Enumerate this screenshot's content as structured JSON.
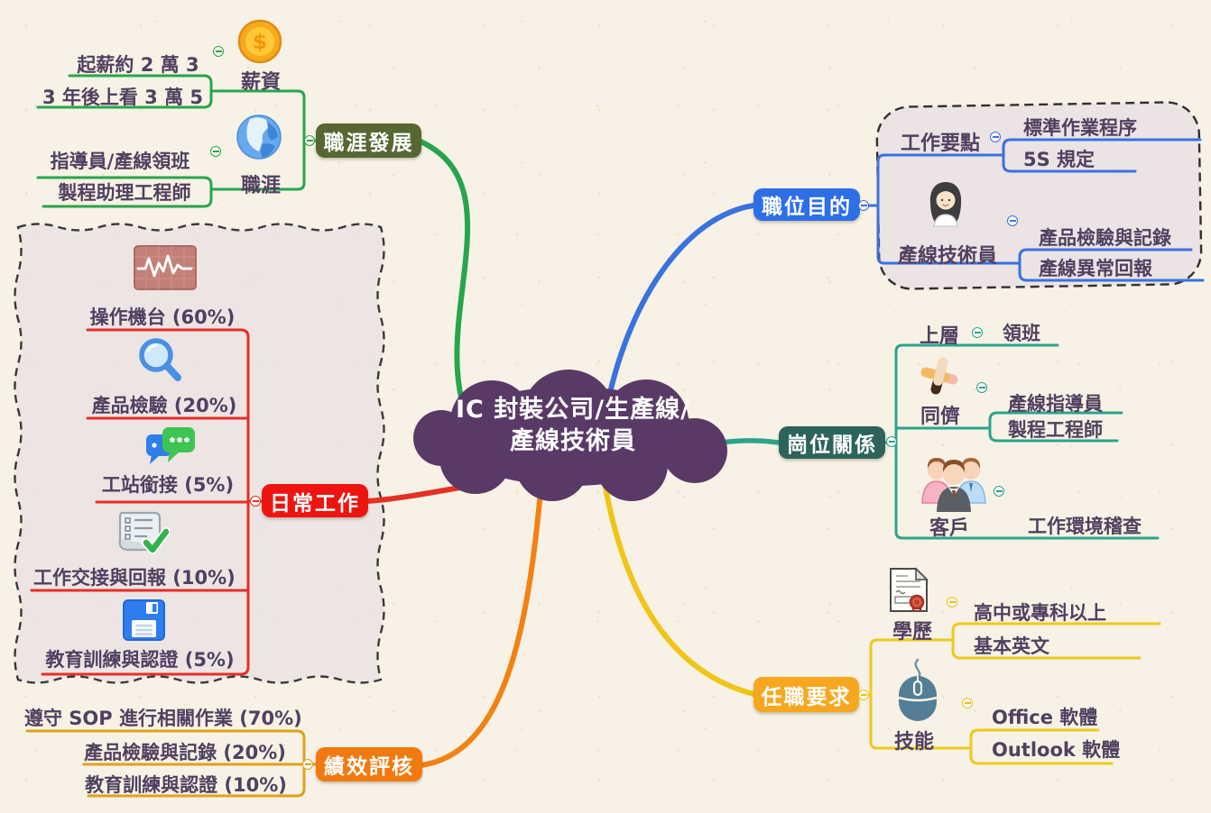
{
  "center": {
    "line1": "IC 封裝公司/生產線/",
    "line2": "產線技術員"
  },
  "career": {
    "label": "職涯發展",
    "salary": {
      "label": "薪資",
      "item1": "起薪約 2 萬 3",
      "item2": "3 年後上看 3 萬 5"
    },
    "path": {
      "label": "職涯",
      "item1": "指導員/產線領班",
      "item2": "製程助理工程師"
    }
  },
  "purpose": {
    "label": "職位目的",
    "points": {
      "label": "工作要點",
      "item1": "標準作業程序",
      "item2": "5S 規定"
    },
    "tech": {
      "label": "產線技術員",
      "item1": "產品檢驗與記錄",
      "item2": "產線異常回報"
    }
  },
  "relations": {
    "label": "崗位關係",
    "upper": {
      "label": "上層",
      "item1": "領班"
    },
    "peers": {
      "label": "同儕",
      "item1": "產線指導員",
      "item2": "製程工程師"
    },
    "customers": {
      "label": "客戶",
      "item1": "工作環境稽查"
    }
  },
  "daily": {
    "label": "日常工作",
    "item1": "操作機台 (60%)",
    "item2": "產品檢驗 (20%)",
    "item3": "工站銜接 (5%)",
    "item4": "工作交接與回報 (10%)",
    "item5": "教育訓練與認證 (5%)"
  },
  "performance": {
    "label": "績效評核",
    "item1": "遵守 SOP 進行相關作業 (70%)",
    "item2": "產品檢驗與記錄 (20%)",
    "item3": "教育訓練與認證 (10%)"
  },
  "requirements": {
    "label": "任職要求",
    "education": {
      "label": "學歷",
      "item1": "高中或專科以上",
      "item2": "基本英文"
    },
    "skills": {
      "label": "技能",
      "item1": "Office 軟體",
      "item2": "Outlook 軟體"
    }
  },
  "icons": {
    "salary": "coin-icon",
    "career_path": "globe-icon",
    "technician": "female-technician-icon",
    "machine": "machine-monitor-icon",
    "inspection": "magnifier-icon",
    "station": "chat-bubbles-icon",
    "handover": "checklist-scroll-icon",
    "training": "floppy-disk-icon",
    "peers": "joined-hands-icon",
    "customers": "people-group-icon",
    "education": "diploma-icon",
    "skills": "mouse-icon"
  },
  "colors": {
    "background": "#f7f2e5",
    "central_topic": "#593a67",
    "career_node": "#566731",
    "career_line": "#27a54d",
    "purpose_node": "#2e6fe6",
    "purpose_line": "#3a72de",
    "relations_node": "#2c635a",
    "relations_line": "#2aa48e",
    "daily_node": "#ee1511",
    "daily_line": "#e53024",
    "performance_node": "#f2790f",
    "performance_line": "#dfa21c",
    "requirements_node": "#f6a71f",
    "requirements_line": "#eec91c",
    "boundary_fill": "#e8e1e4",
    "boundary_stroke": "#3a3a3a"
  }
}
